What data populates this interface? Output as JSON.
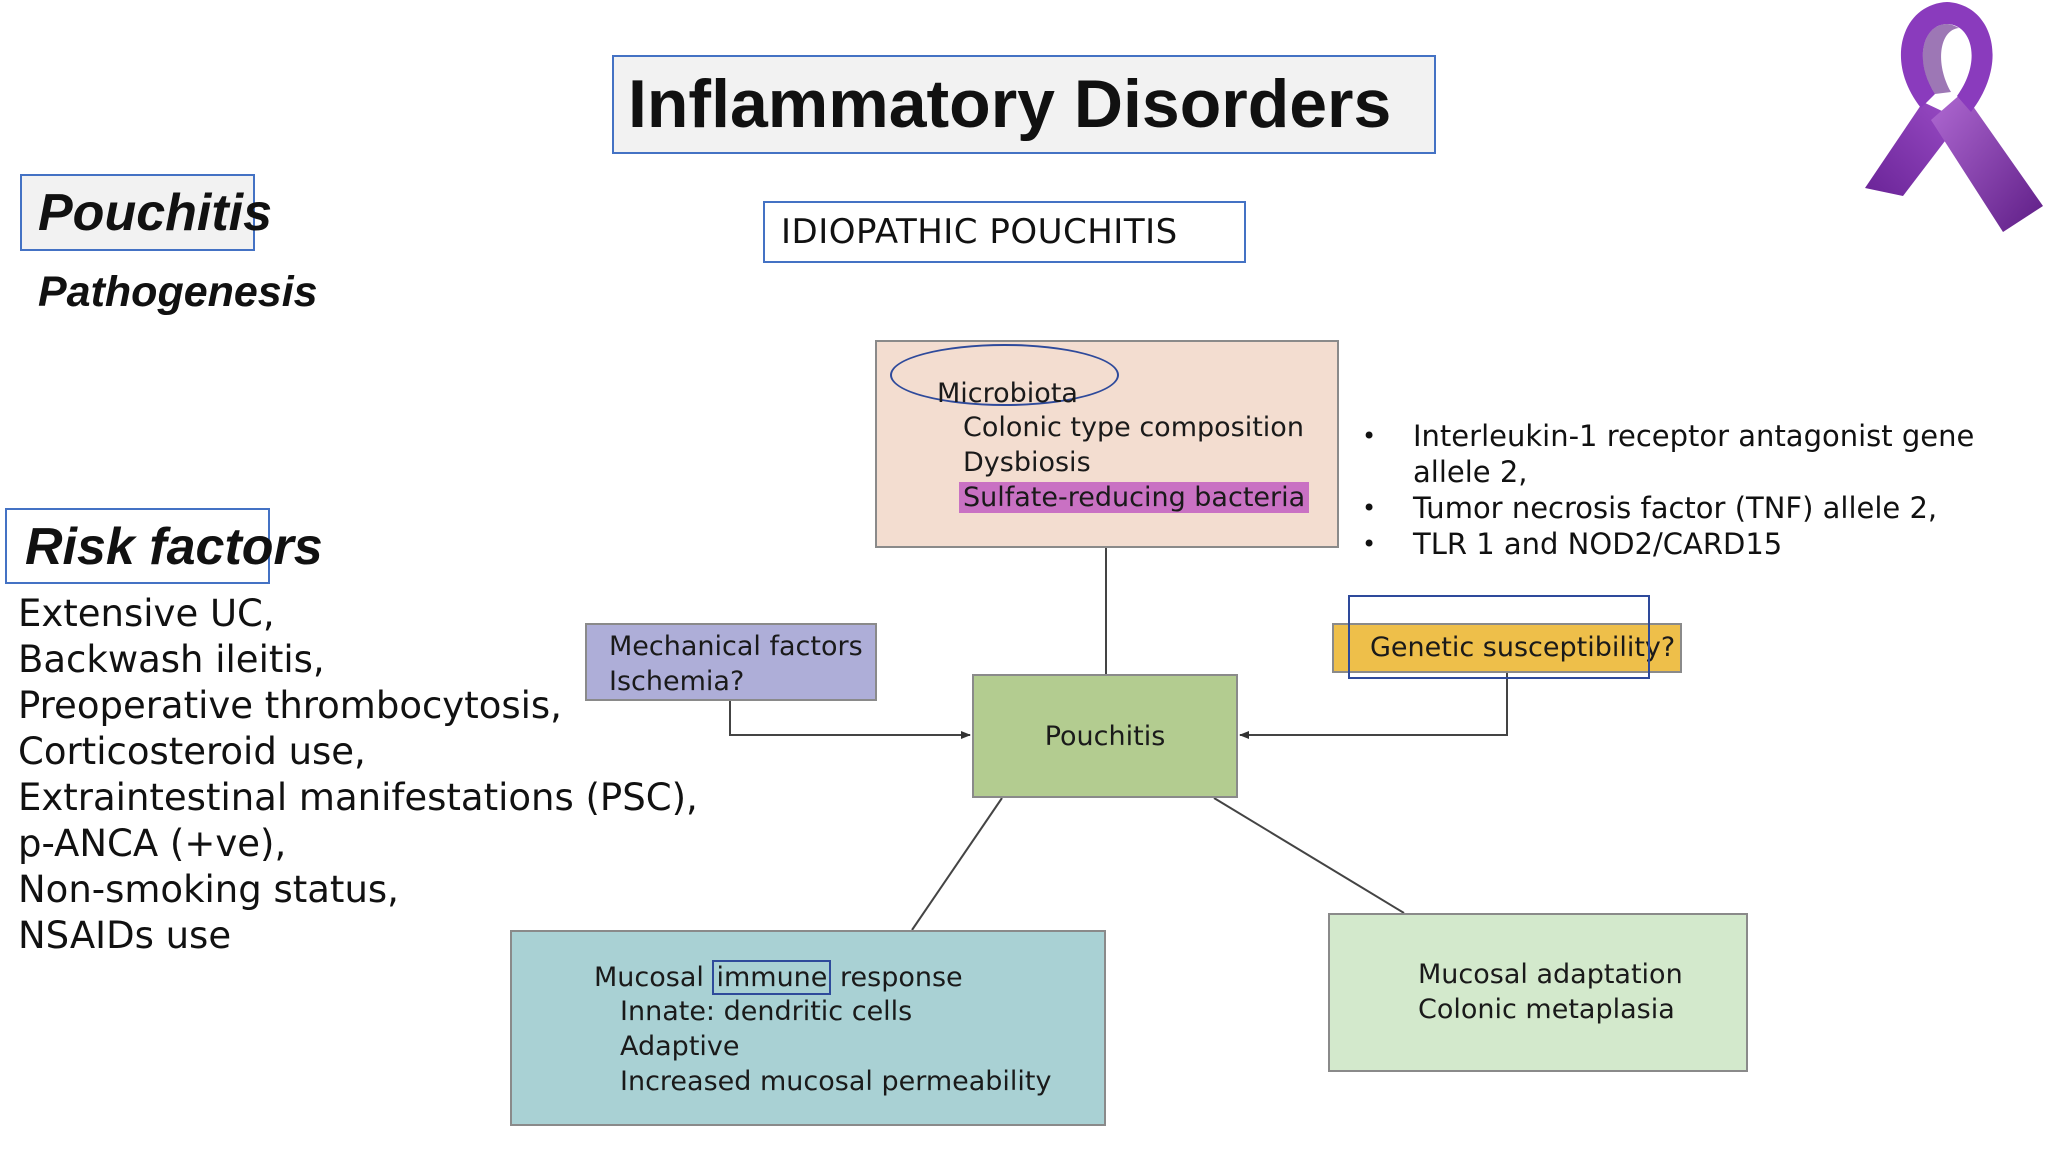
{
  "title": "Inflammatory Disorders",
  "subtitle": "IDIOPATHIC POUCHITIS",
  "left": {
    "heading": "Pouchitis",
    "subheading": "Pathogenesis",
    "risk_heading": "Risk factors",
    "risk_factors": [
      "Extensive UC,",
      "Backwash ileitis,",
      "Preoperative thrombocytosis,",
      "Corticosteroid use,",
      "Extraintestinal manifestations (PSC),",
      "p-ANCA (+ve),",
      "Non-smoking status,",
      "NSAIDs use"
    ]
  },
  "diagram": {
    "microbiota": {
      "title": "Microbiota",
      "items": [
        "Colonic type composition",
        "Dysbiosis"
      ],
      "highlighted_item": "Sulfate-reducing bacteria"
    },
    "mechanical": {
      "lines": [
        "Mechanical factors",
        "Ischemia?"
      ]
    },
    "center": "Pouchitis",
    "genetic": "Genetic susceptibility?",
    "immune": {
      "title_pre": "Mucosal ",
      "title_highlight": "immune",
      "title_post": " response",
      "items": [
        "Innate: dendritic cells",
        "Adaptive",
        "Increased mucosal permeability"
      ]
    },
    "adaptation": {
      "lines": [
        "Mucosal adaptation",
        "Colonic metaplasia"
      ]
    }
  },
  "genes": [
    "Interleukin-1 receptor antagonist gene allele 2,",
    "Tumor necrosis factor (TNF) allele 2,",
    "TLR 1 and NOD2/CARD15"
  ],
  "colors": {
    "title_border": "#4472c4",
    "microbiota_bg": "#f3ddd0",
    "highlight_pink": "#c971c3",
    "mechanical_bg": "#aeaed8",
    "pouchitis_bg": "#b3cc90",
    "genetic_bg": "#eebf4a",
    "immune_bg": "#a9d1d4",
    "adaptation_bg": "#d3e9cc",
    "ribbon": "#7b2fa6"
  },
  "icons": {
    "ribbon": "awareness-ribbon-icon"
  }
}
